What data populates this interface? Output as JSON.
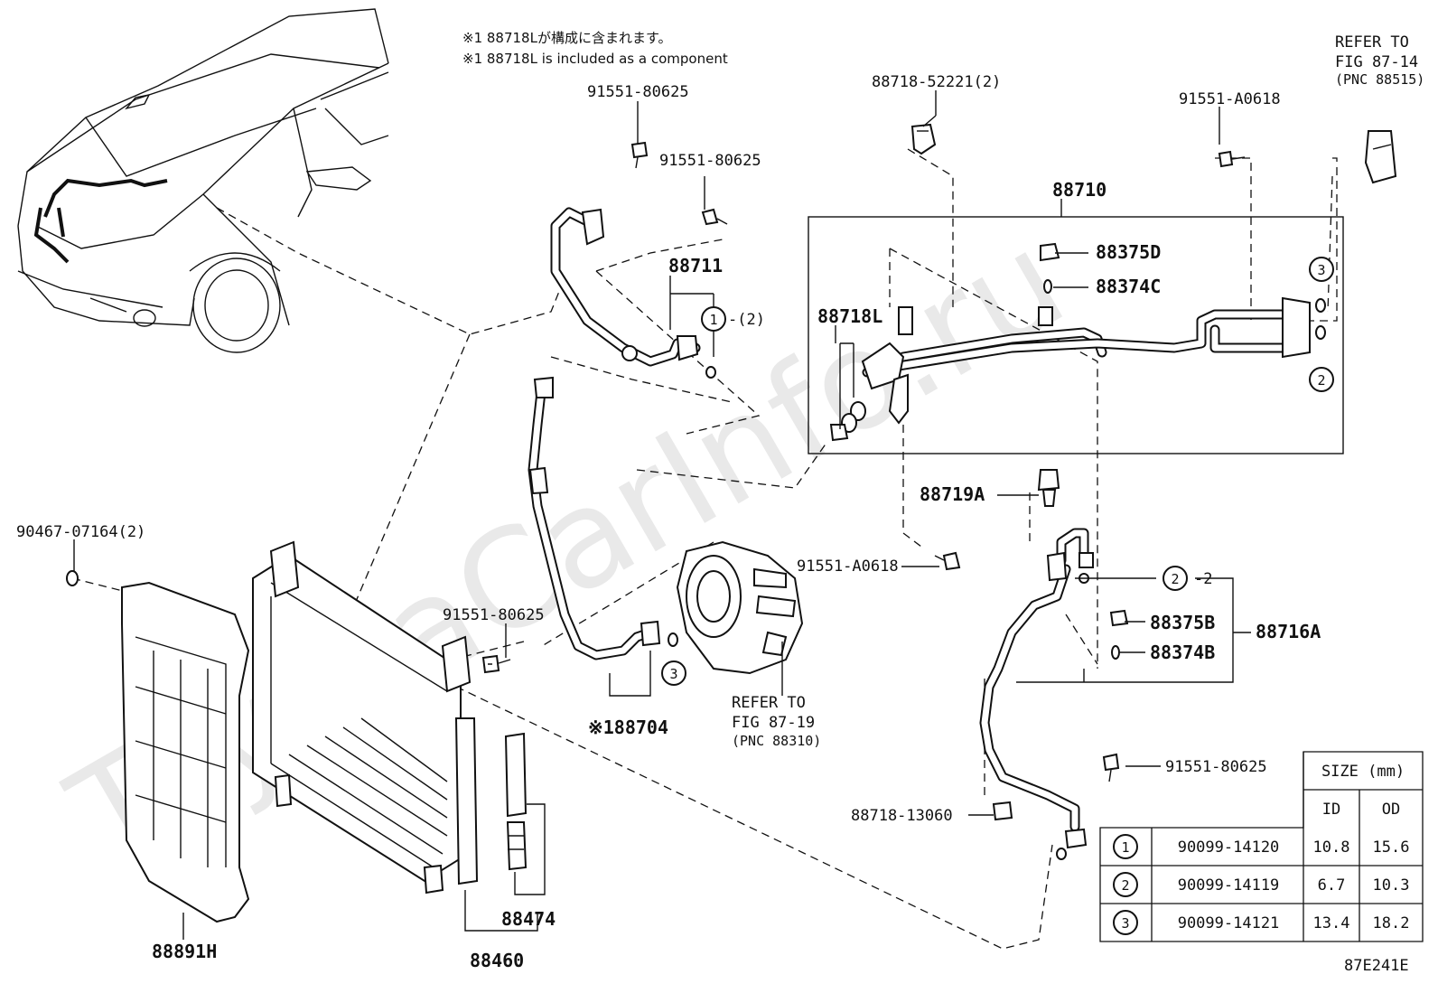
{
  "notes": {
    "jp": "※1 88718Lが構成に含まれます。",
    "en": "※1 88718L is included as a component"
  },
  "watermark": "ToyotaCarInfo.ru",
  "labels": {
    "p91551_80625_top": "91551-80625",
    "p91551_80625_top2": "91551-80625",
    "p88711": "88711",
    "p88711_qty": "-(2)",
    "p88718_52221": "88718-52221(2)",
    "p88710": "88710",
    "p88375D": "88375D",
    "p88374C": "88374C",
    "p88718L": "88718L",
    "p91551_A0618_top": "91551-A0618",
    "refer_top_1": "REFER TO",
    "refer_top_2": "FIG 87-14",
    "refer_top_3": "(PNC 88515)",
    "p88719A": "88719A",
    "p91551_A0618_mid": "91551-A0618",
    "p90467_07164": "90467-07164(2)",
    "p91551_80625_mid": "91551-80625",
    "p88704": "※188704",
    "refer_mid_1": "REFER TO",
    "refer_mid_2": "FIG 87-19",
    "refer_mid_3": "(PNC 88310)",
    "p2_qty": "-2",
    "p88375B": "88375B",
    "p88374B": "88374B",
    "p88716A": "88716A",
    "p91551_80625_low": "91551-80625",
    "p88718_13060": "88718-13060",
    "p88891H": "88891H",
    "p88474": "88474",
    "p88460": "88460",
    "figure_code": "87E241E"
  },
  "callouts": {
    "c1": "1",
    "c2": "2",
    "c3": "3"
  },
  "size_table": {
    "header_size": "SIZE (mm)",
    "header_id": "ID",
    "header_od": "OD",
    "rows": [
      {
        "mark": "1",
        "part": "90099-14120",
        "id": "10.8",
        "od": "15.6"
      },
      {
        "mark": "2",
        "part": "90099-14119",
        "id": "6.7",
        "od": "10.3"
      },
      {
        "mark": "3",
        "part": "90099-14121",
        "id": "13.4",
        "od": "18.2"
      }
    ]
  }
}
